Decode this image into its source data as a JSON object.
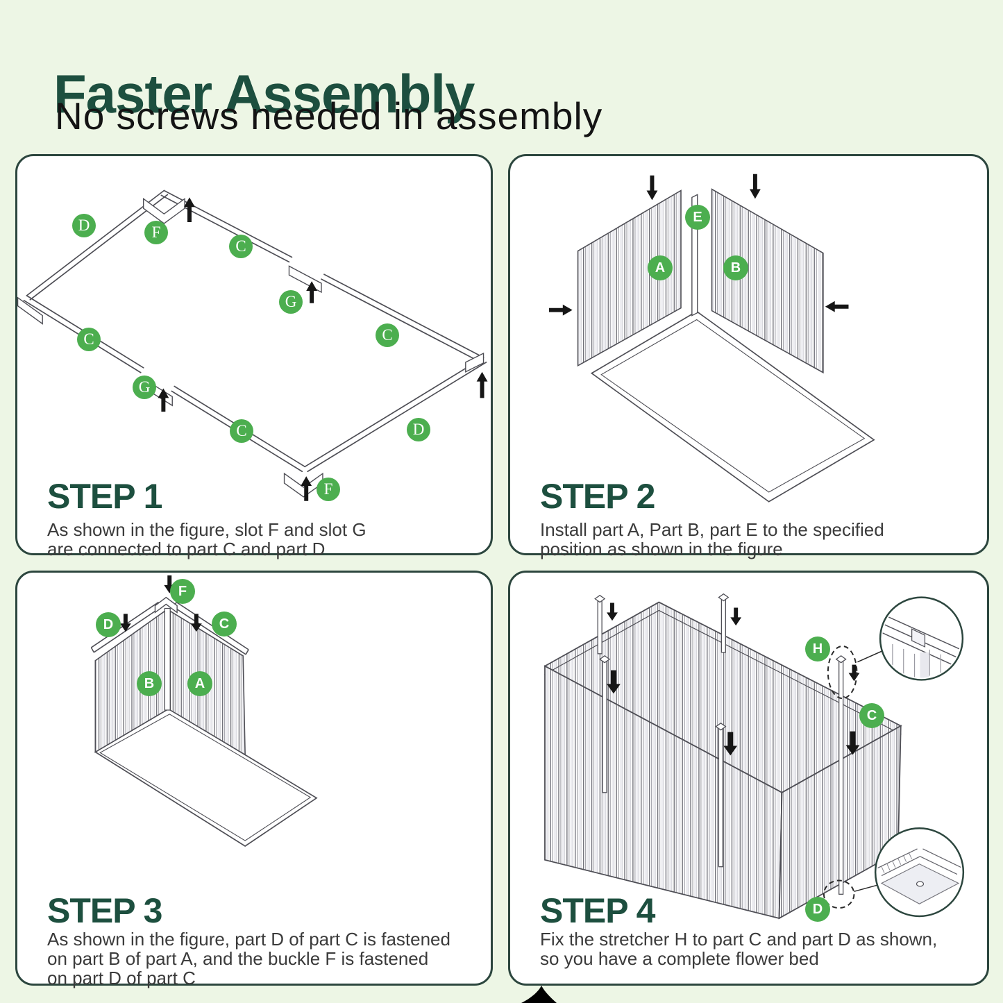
{
  "page": {
    "title": "Faster Assembly",
    "subtitle": "No screws needed in assembly",
    "colors": {
      "accent_green": "#4cae4f",
      "heading_green": "#1d4f3f",
      "panel_border": "#2c463e",
      "background": "#edf6e5",
      "line_art": "#4e4e55"
    },
    "icons": {
      "up_arrow": "↑",
      "down_arrow": "↓",
      "left_arrow": "←",
      "right_arrow": "→",
      "magnifier_callout": "detail-circle"
    }
  },
  "panels": [
    {
      "heading": "STEP 1",
      "description": "As shown in the figure, slot F and slot G\nare connected to part C and part D",
      "labels": [
        "D",
        "F",
        "C",
        "G",
        "C",
        "C",
        "G",
        "C",
        "D",
        "F"
      ]
    },
    {
      "heading": "STEP 2",
      "description": "Install part A, Part B, part E to the specified\nposition as shown in the figure",
      "labels": [
        "E",
        "A",
        "B"
      ]
    },
    {
      "heading": "STEP 3",
      "description": "As shown in the figure, part D of part C is fastened\non part B of part A, and the buckle F is fastened\non part D of part C",
      "labels": [
        "F",
        "D",
        "C",
        "B",
        "A"
      ]
    },
    {
      "heading": "STEP 4",
      "description": "Fix the stretcher H to part C and part D as shown,\nso you have a complete flower bed",
      "labels": [
        "H",
        "C",
        "D"
      ]
    }
  ]
}
